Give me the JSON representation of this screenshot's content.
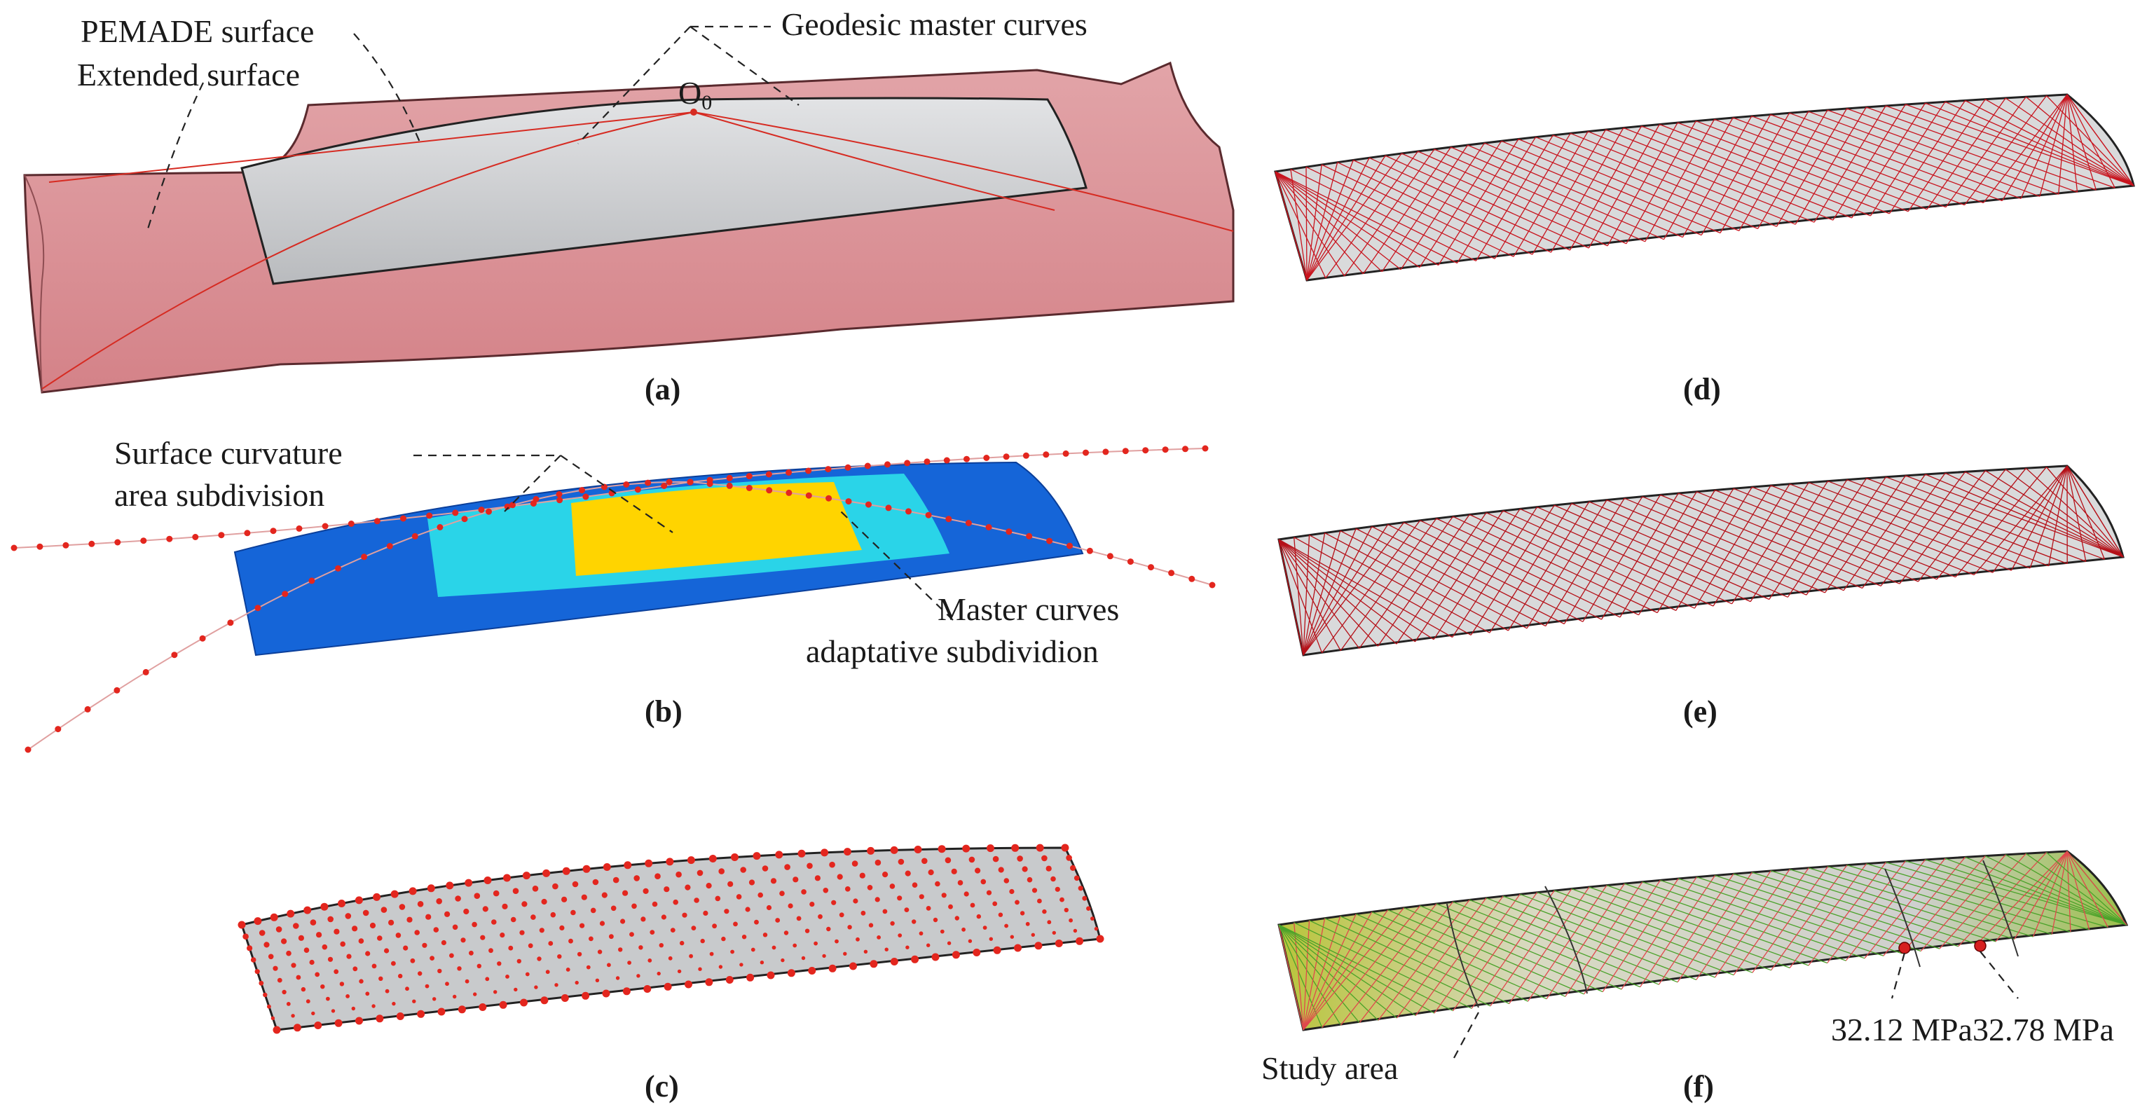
{
  "panel_labels": {
    "a": "(a)",
    "b": "(b)",
    "c": "(c)",
    "d": "(d)",
    "e": "(e)",
    "f": "(f)"
  },
  "panel_a": {
    "pemade_surface": "PEMADE surface",
    "extended_surface": "Extended surface",
    "geodesic_master_curves": "Geodesic master curves",
    "origin_label": "O",
    "origin_subscript": "0"
  },
  "panel_b": {
    "curvature_line1": "Surface curvature",
    "curvature_line2": "area subdivision",
    "master_line1": "Master curves",
    "master_line2": "adaptative subdividion"
  },
  "panel_f": {
    "study_area": "Study area",
    "stress_1": "32.12 MPa",
    "stress_2": "32.78 MPa"
  },
  "colors": {
    "extended_surface": "#d98c91",
    "pemade_surface": "#c4c6c9",
    "curve_red": "#e3261e",
    "dark_blue": "#1565d8",
    "cyan": "#2ad4e8",
    "yellow": "#ffd400",
    "mesh_red": "#c8141e",
    "mesh_green": "#4aa22a"
  }
}
